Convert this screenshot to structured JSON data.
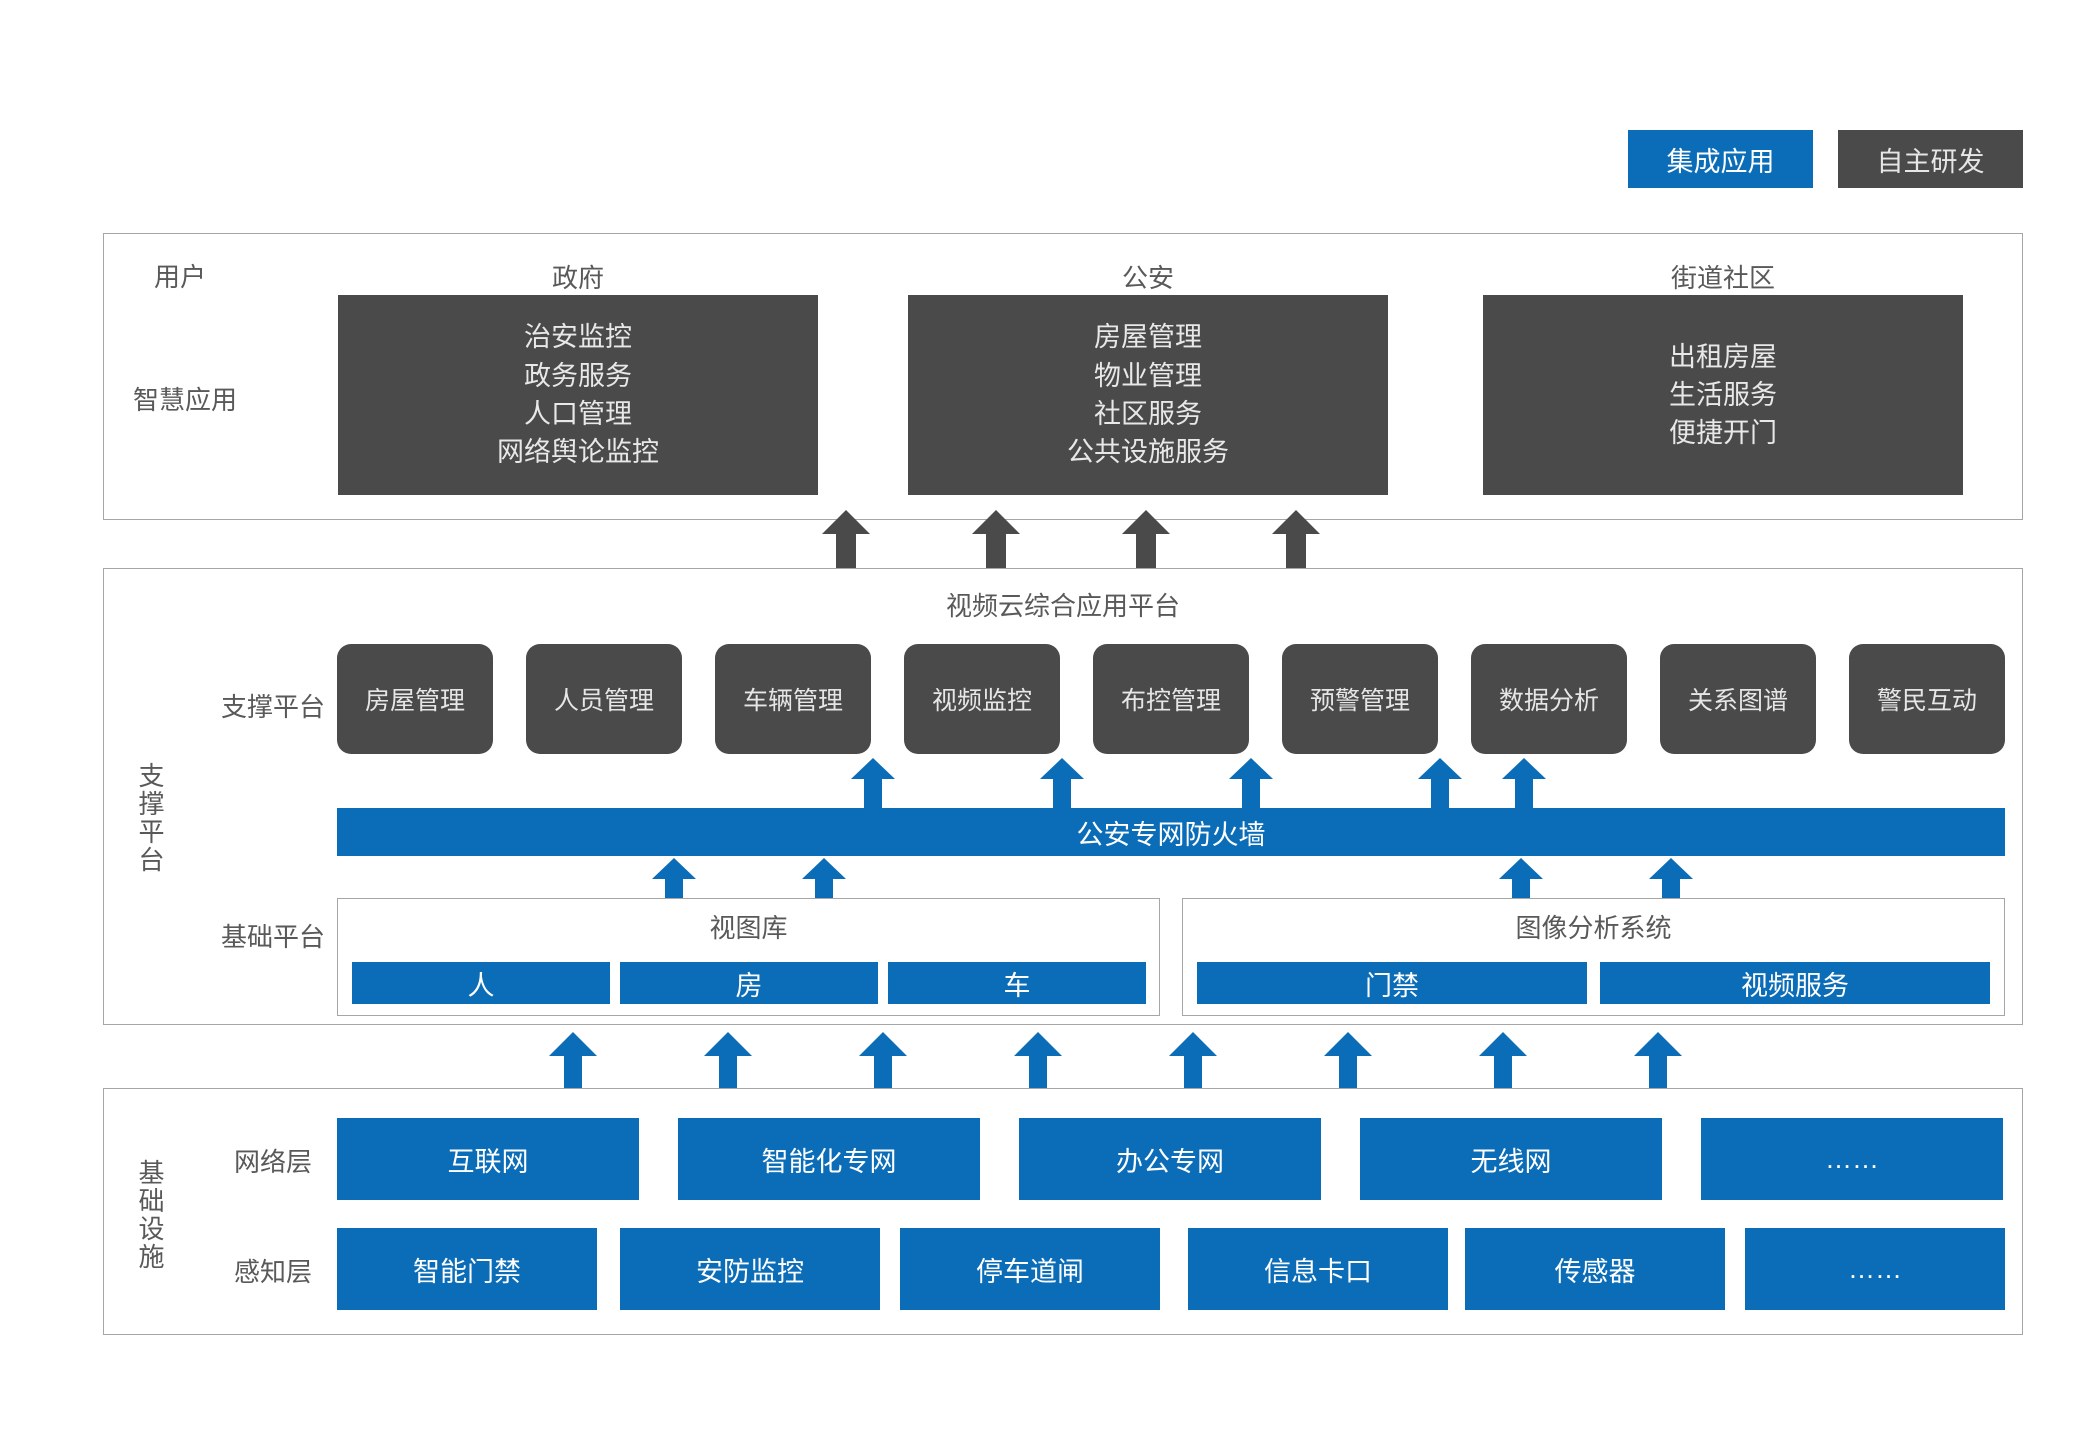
{
  "legend": {
    "integrated": "集成应用",
    "selfdeveloped": "自主研发"
  },
  "application_layer": {
    "row_labels": {
      "users": "用户",
      "smart_apps": "智慧应用"
    },
    "groups": [
      {
        "title": "政府",
        "items": [
          "治安监控",
          "政务服务",
          "人口管理",
          "网络舆论监控"
        ]
      },
      {
        "title": "公安",
        "items": [
          "房屋管理",
          "物业管理",
          "社区服务",
          "公共设施服务"
        ]
      },
      {
        "title": "街道社区",
        "items": [
          "出租房屋",
          "生活服务",
          "便捷开门"
        ]
      }
    ]
  },
  "support_layer": {
    "side_label": "支撑平台",
    "platform_title": "视频云综合应用平台",
    "support_row_label": "支撑平台",
    "base_row_label": "基础平台",
    "modules": [
      "房屋管理",
      "人员管理",
      "车辆管理",
      "视频监控",
      "布控管理",
      "预警管理",
      "数据分析",
      "关系图谱",
      "警民互动"
    ],
    "firewall": "公安专网防火墙",
    "base_groups": [
      {
        "title": "视图库",
        "items": [
          "人",
          "房",
          "车"
        ]
      },
      {
        "title": "图像分析系统",
        "items": [
          "门禁",
          "视频服务"
        ]
      }
    ]
  },
  "infrastructure_layer": {
    "side_label": "基础设施",
    "network_row_label": "网络层",
    "sensing_row_label": "感知层",
    "network_items": [
      "互联网",
      "智能化专网",
      "办公专网",
      "无线网",
      "……"
    ],
    "sensing_items": [
      "智能门禁",
      "安防监控",
      "停车道闸",
      "信息卡口",
      "传感器",
      "……"
    ]
  },
  "colors": {
    "accent_blue": "#0b6cb8",
    "dark_gray": "#4a4a4a",
    "border_gray": "#a6a6a6",
    "text_gray": "#595959"
  }
}
